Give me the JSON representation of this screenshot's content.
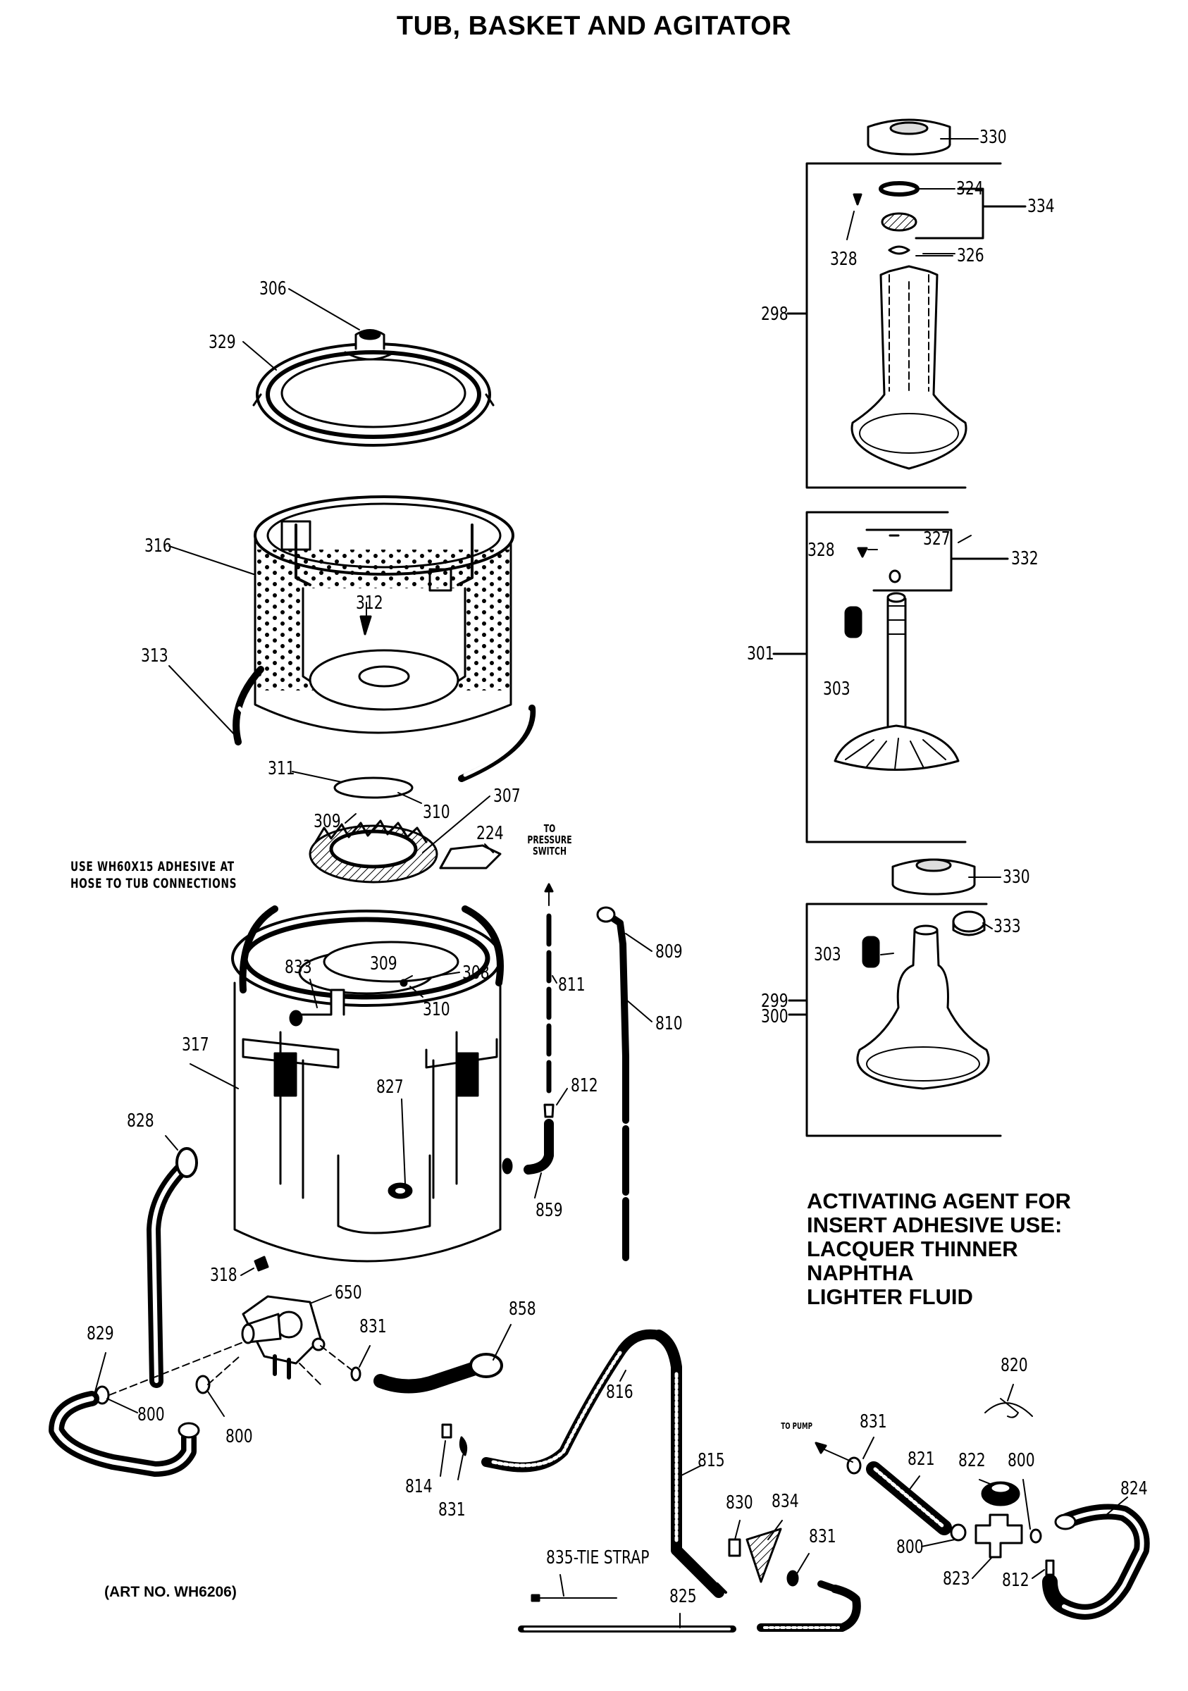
{
  "title": "TUB, BASKET AND AGITATOR",
  "adhesive_note": [
    "USE WH60X15 ADHESIVE AT",
    "HOSE TO TUB CONNECTIONS"
  ],
  "pressure_note": [
    "TO",
    "PRESSURE",
    "SWITCH"
  ],
  "to_pump": "TO PUMP",
  "activating_agent": [
    "ACTIVATING AGENT FOR",
    "INSERT ADHESIVE USE:",
    "LACQUER THINNER",
    "NAPHTHA",
    "LIGHTER FLUID"
  ],
  "art_no": "(ART NO. WH6206)",
  "callouts": {
    "c330a": "330",
    "c324": "324",
    "c334": "334",
    "c328a": "328",
    "c326": "326",
    "c298": "298",
    "c327": "327",
    "c328b": "328",
    "c332": "332",
    "c301": "301",
    "c303a": "303",
    "c330b": "330",
    "c333": "333",
    "c303b": "303",
    "c299": "299",
    "c300": "300",
    "c306": "306",
    "c329": "329",
    "c316": "316",
    "c312": "312",
    "c313": "313",
    "c311": "311",
    "c310a": "310",
    "c309a": "309",
    "c307": "307",
    "c224": "224",
    "c833": "833",
    "c309b": "309",
    "c308": "308",
    "c310b": "310",
    "c317": "317",
    "c827": "827",
    "c811": "811",
    "c812a": "812",
    "c859": "859",
    "c809": "809",
    "c810": "810",
    "c828": "828",
    "c318": "318",
    "c650": "650",
    "c829": "829",
    "c800a": "800",
    "c800b": "800",
    "c831a": "831",
    "c858": "858",
    "c816": "816",
    "c814": "814",
    "c831b": "831",
    "c815": "815",
    "c830": "830",
    "c834": "834",
    "c831c": "831",
    "c835": "835-TIE STRAP",
    "c825": "825",
    "c820": "820",
    "c831d": "831",
    "c821": "821",
    "c822": "822",
    "c800c": "800",
    "c824": "824",
    "c800d": "800",
    "c823": "823",
    "c812b": "812"
  }
}
